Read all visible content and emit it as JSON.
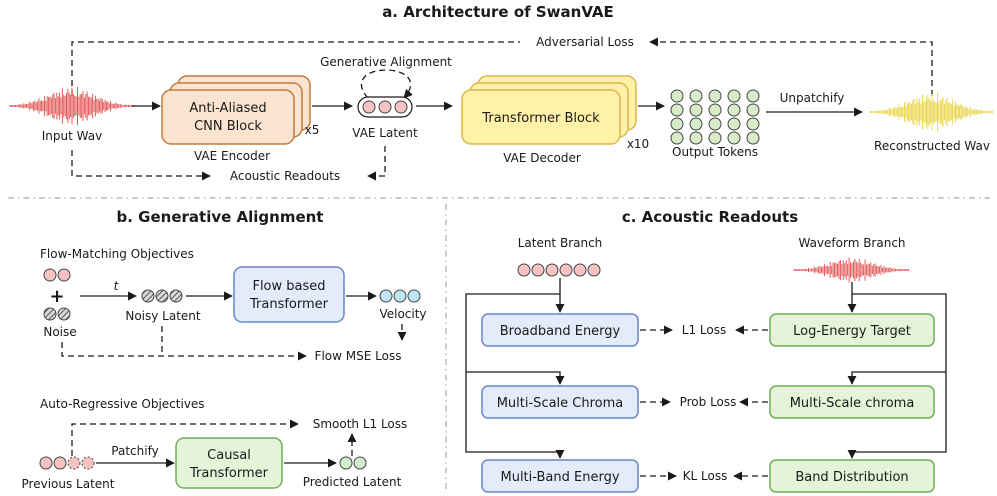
{
  "panel_a": {
    "title": "a. Architecture of SwanVAE",
    "adversarial_loss": "Adversarial Loss",
    "generative_alignment": "Generative Alignment",
    "input_wav": "Input Wav",
    "encoder_block": [
      "Anti-Aliased",
      "CNN Block"
    ],
    "encoder_repeat": "x5",
    "encoder_caption": "VAE Encoder",
    "vae_latent": "VAE Latent",
    "decoder_block": "Transformer Block",
    "decoder_repeat": "x10",
    "decoder_caption": "VAE Decoder",
    "output_tokens": "Output Tokens",
    "unpatchify": "Unpatchify",
    "reconstructed_wav": "Reconstructed Wav",
    "acoustic_readouts": "Acoustic Readouts"
  },
  "panel_b": {
    "title": "b. Generative Alignment",
    "flow_heading": "Flow-Matching Objectives",
    "plus": "+",
    "noise": "Noise",
    "t_label": "t",
    "noisy_latent": "Noisy Latent",
    "flow_block": [
      "Flow based",
      "Transformer"
    ],
    "velocity": "Velocity",
    "flow_loss": "Flow MSE Loss",
    "ar_heading": "Auto-Regressive Objectives",
    "smooth_loss": "Smooth L1 Loss",
    "patchify": "Patchify",
    "causal_block": [
      "Causal",
      "Transformer"
    ],
    "previous_latent": "Previous Latent",
    "predicted_latent": "Predicted Latent"
  },
  "panel_c": {
    "title": "c. Acoustic Readouts",
    "latent_branch": "Latent Branch",
    "waveform_branch": "Waveform Branch",
    "left_boxes": [
      "Broadband Energy",
      "Multi-Scale Chroma",
      "Multi-Band Energy"
    ],
    "right_boxes": [
      "Log-Energy Target",
      "Multi-Scale chroma",
      "Band Distribution"
    ],
    "losses": [
      "L1 Loss",
      "Prob Loss",
      "KL Loss"
    ]
  },
  "colors": {
    "input_wave": "#e25a5a",
    "encoder_fill": "#fbe4cf",
    "encoder_stroke": "#c47a3c",
    "latent_fill": "#f6c2c2",
    "decoder_fill": "#fff2a8",
    "decoder_stroke": "#d9b84a",
    "token_fill": "#d9ecc9",
    "recon_wave": "#e9d64a",
    "blue_fill": "#e4ebfb",
    "blue_stroke": "#6a85cc",
    "green_fill": "#e3f4d9",
    "green_stroke": "#6fae56",
    "velocity_fill": "#bfe6f5",
    "predicted_fill": "#cfeecb",
    "noise_fill": "#8f8f8f"
  },
  "icons": [
    "input-waveform-icon",
    "reconstructed-waveform-icon",
    "latent-circles-icon",
    "output-tokens-grid-icon",
    "noise-circles-icon"
  ]
}
